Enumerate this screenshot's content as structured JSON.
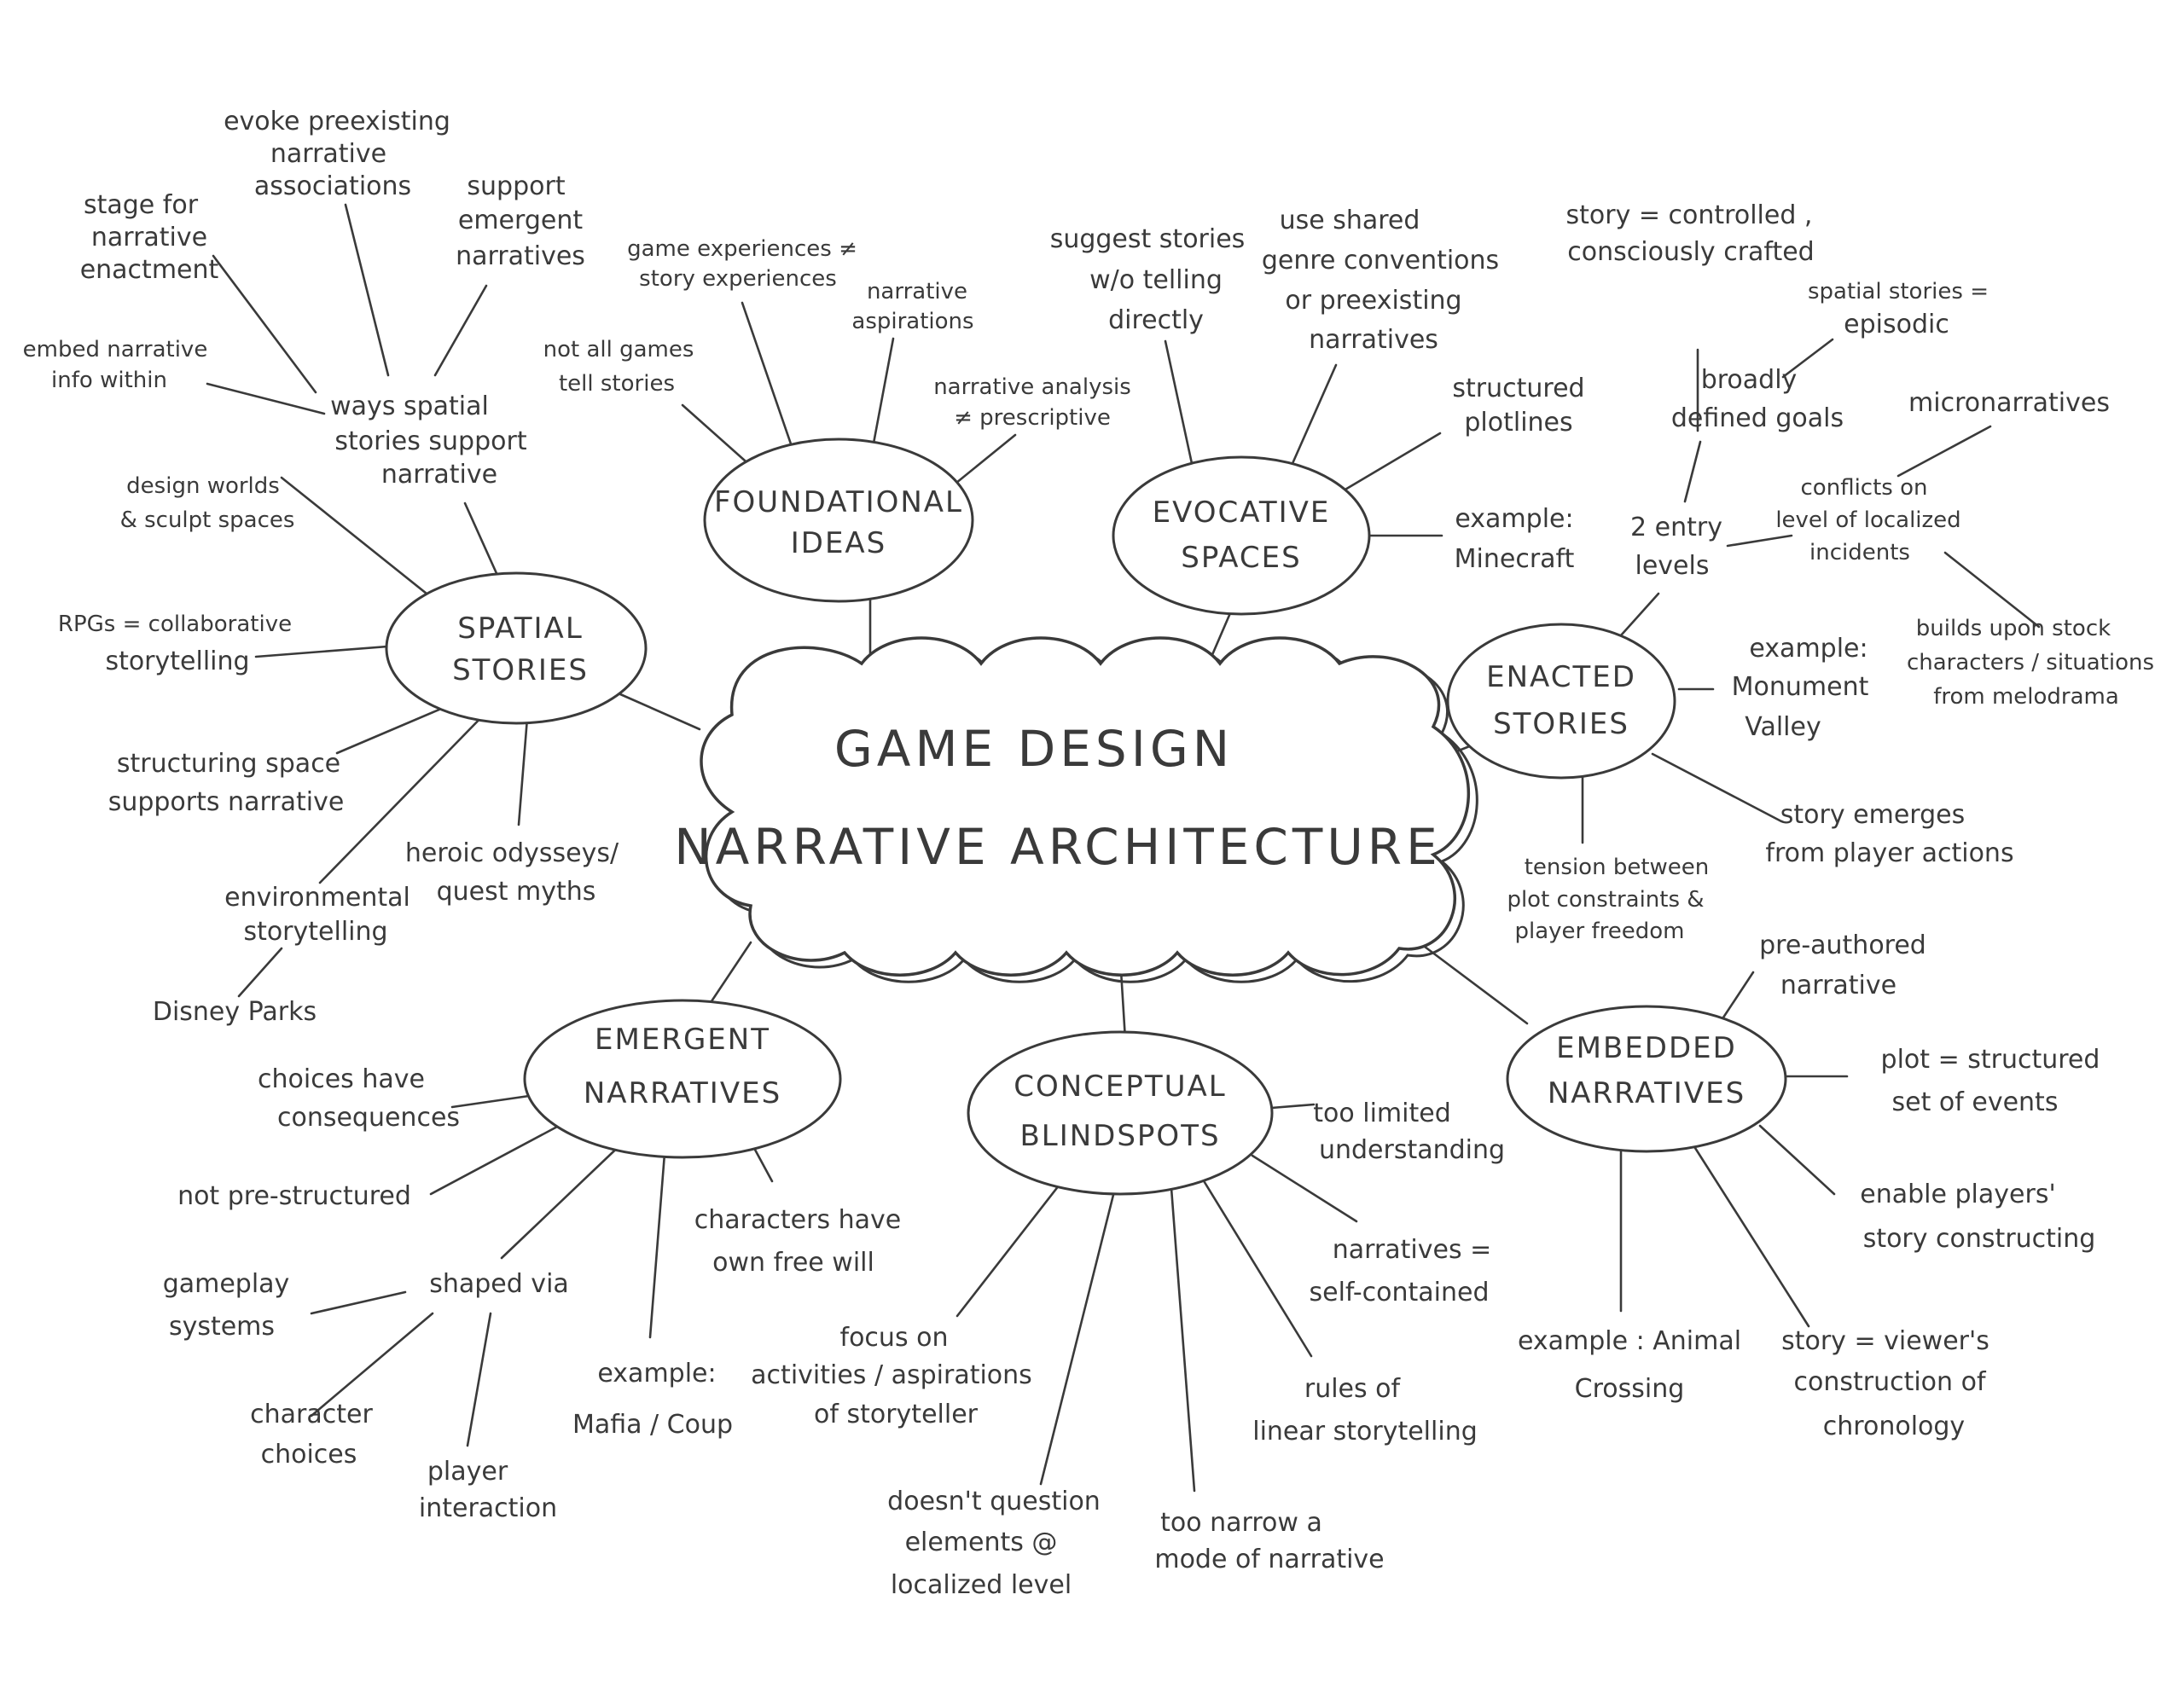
{
  "center": {
    "line1": "GAME DESIGN",
    "line2": "NARRATIVE ARCHITECTURE"
  },
  "hubs": {
    "foundational": [
      "FOUNDATIONAL",
      "IDEAS"
    ],
    "evocative": [
      "EVOCATIVE",
      "SPACES"
    ],
    "spatial": [
      "SPATIAL",
      "STORIES"
    ],
    "enacted": [
      "ENACTED",
      "STORIES"
    ],
    "emergent": [
      "EMERGENT",
      "NARRATIVES"
    ],
    "conceptual": [
      "CONCEPTUAL",
      "BLINDSPOTS"
    ],
    "embedded": [
      "EMBEDDED",
      "NARRATIVES"
    ]
  },
  "subhubs": {
    "ways": [
      "ways spatial",
      "stories support",
      "narrative"
    ],
    "goals": [
      "broadly",
      "defined goals"
    ],
    "entry": [
      "2 entry",
      "levels"
    ],
    "shaped": [
      "shaped via"
    ]
  },
  "leaves": {
    "evoke": [
      "evoke preexisting",
      "narrative",
      "associations"
    ],
    "stage": [
      "stage for",
      "narrative",
      "enactment"
    ],
    "support_emergent": [
      "support",
      "emergent",
      "narratives"
    ],
    "embed": [
      "embed narrative",
      "info within"
    ],
    "design_worlds": [
      "design worlds",
      "& sculpt spaces"
    ],
    "rpgs": [
      "RPGs = collaborative",
      "storytelling"
    ],
    "structuring": [
      "structuring space",
      "supports narrative"
    ],
    "heroic": [
      "heroic odysseys/",
      "quest myths"
    ],
    "environmental": [
      "environmental",
      "storytelling"
    ],
    "disney": [
      "Disney Parks"
    ],
    "game_exp": [
      "game experiences ≠",
      "story experiences"
    ],
    "not_all": [
      "not all games",
      "tell stories"
    ],
    "aspirations": [
      "narrative",
      "aspirations"
    ],
    "analysis": [
      "narrative analysis",
      "≠ prescriptive"
    ],
    "suggest": [
      "suggest stories",
      "w/o telling",
      "directly"
    ],
    "genre": [
      "use shared",
      "genre conventions",
      "or preexisting",
      "narratives"
    ],
    "plotlines": [
      "structured",
      "plotlines"
    ],
    "minecraft": [
      "example:",
      "Minecraft"
    ],
    "story_controlled": [
      "story = controlled ,",
      "consciously crafted"
    ],
    "episodic": [
      "spatial stories =",
      "episodic"
    ],
    "micro": [
      "micronarratives"
    ],
    "conflicts": [
      "conflicts on",
      "level of localized",
      "incidents"
    ],
    "stock": [
      "builds upon stock",
      "characters / situations",
      "from melodrama"
    ],
    "monument": [
      "example:",
      "Monument",
      "Valley"
    ],
    "tension": [
      "tension between",
      "plot constraints &",
      "player freedom"
    ],
    "player_actions": [
      "story emerges",
      "from player actions"
    ],
    "choices": [
      "choices have",
      "consequences"
    ],
    "not_pre": [
      "not pre-structured"
    ],
    "free_will": [
      "characters have",
      "own free will"
    ],
    "gameplay": [
      "gameplay",
      "systems"
    ],
    "character_choices": [
      "character",
      "choices"
    ],
    "player_interaction": [
      "player",
      "interaction"
    ],
    "mafia": [
      "example:",
      "Mafia / Coup"
    ],
    "too_limited": [
      "too limited",
      "understanding"
    ],
    "self_contained": [
      "narratives =",
      "self-contained"
    ],
    "rules_linear": [
      "rules of",
      "linear storytelling"
    ],
    "focus_on": [
      "focus on",
      "activities / aspirations",
      "of storyteller"
    ],
    "doesnt_question": [
      "doesn't question",
      "elements @",
      "localized level"
    ],
    "too_narrow": [
      "too narrow a",
      "mode of narrative"
    ],
    "pre_authored": [
      "pre-authored",
      "narrative"
    ],
    "plot_structured": [
      "plot = structured",
      "set of events"
    ],
    "enable_players": [
      "enable players'",
      "story constructing"
    ],
    "viewers": [
      "story = viewer's",
      "construction of",
      "chronology"
    ],
    "animal_crossing": [
      "example : Animal",
      "Crossing"
    ]
  }
}
